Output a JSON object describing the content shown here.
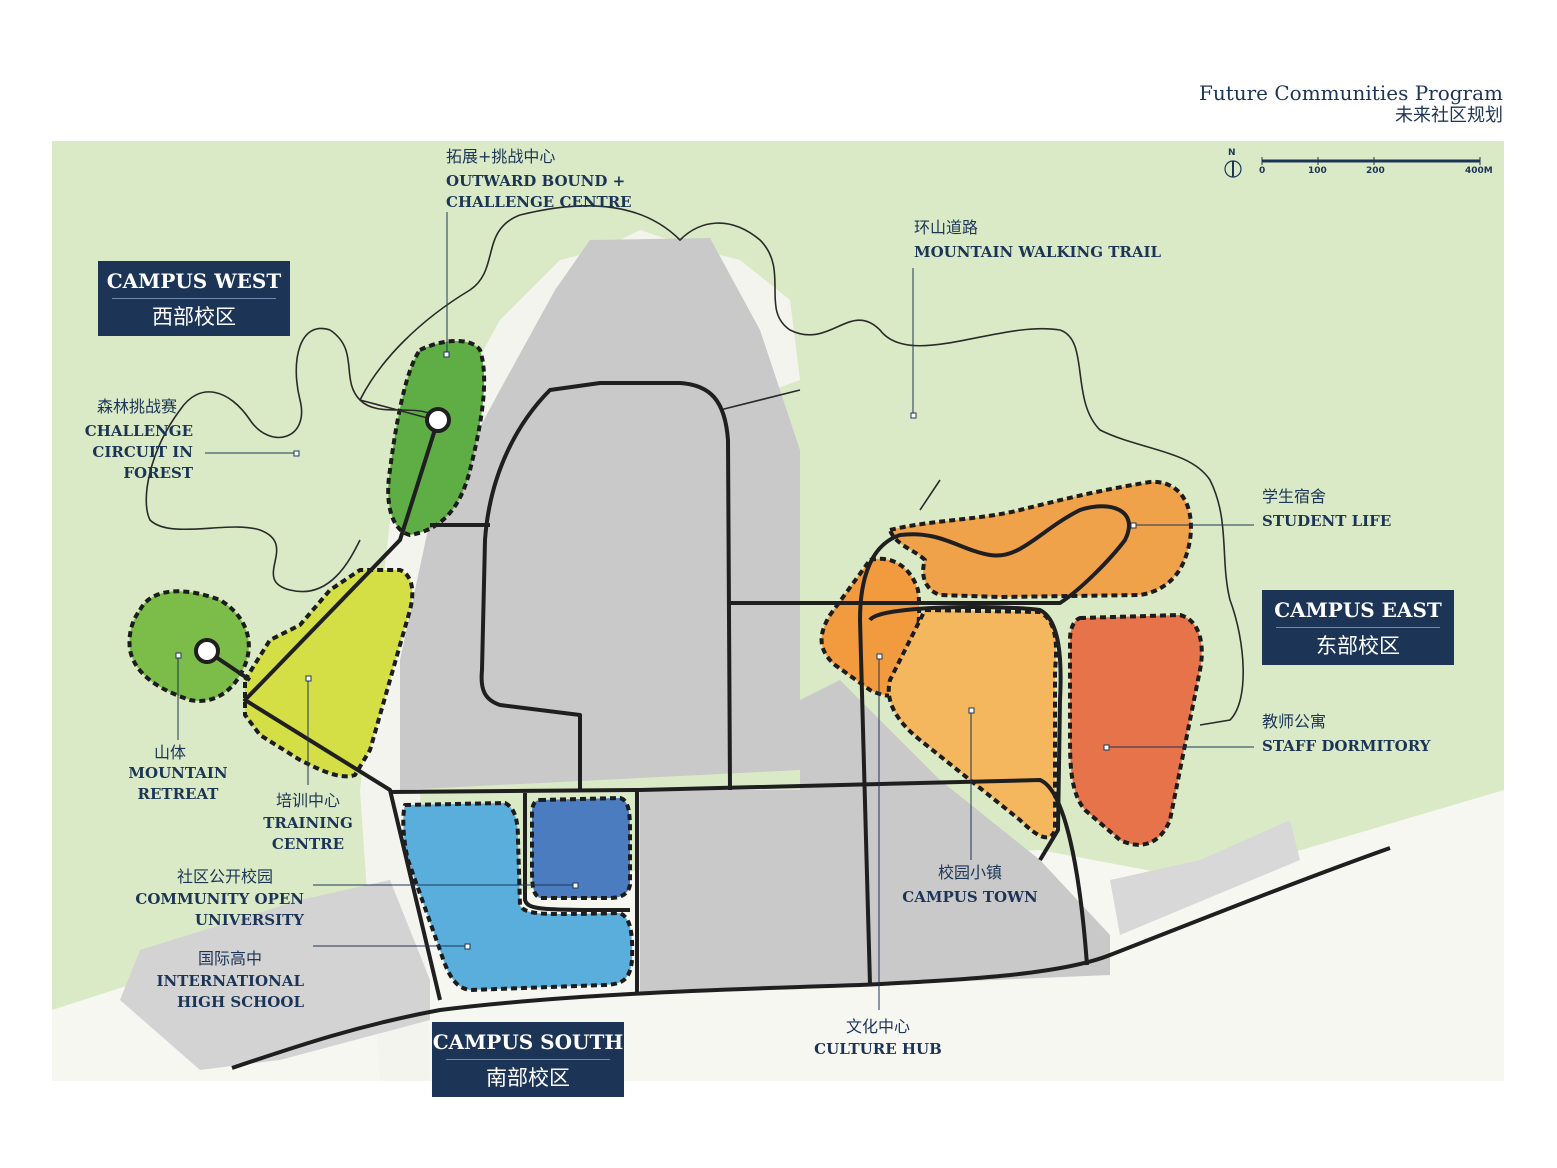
{
  "header": {
    "title_en": "Future Communities Program",
    "title_zh": "未来社区规划"
  },
  "scale_bar": {
    "north": "N",
    "ticks": [
      "0",
      "100",
      "200",
      "400M"
    ]
  },
  "campuses": {
    "west": {
      "en": "CAMPUS WEST",
      "zh": "西部校区"
    },
    "east": {
      "en": "CAMPUS EAST",
      "zh": "东部校区"
    },
    "south": {
      "en": "CAMPUS SOUTH",
      "zh": "南部校区"
    }
  },
  "labels": {
    "outward": {
      "zh": "拓展+挑战中心",
      "en": "OUTWARD BOUND +\nCHALLENGE CENTRE"
    },
    "trail": {
      "zh": "环山道路",
      "en": "MOUNTAIN WALKING TRAIL"
    },
    "forest": {
      "zh": "森林挑战赛",
      "en": "CHALLENGE\nCIRCUIT IN\nFOREST"
    },
    "retreat": {
      "zh": "山体",
      "en": "MOUNTAIN\nRETREAT"
    },
    "training": {
      "zh": "培训中心",
      "en": "TRAINING\nCENTRE"
    },
    "university": {
      "zh": "社区公开校园",
      "en": "COMMUNITY OPEN\nUNIVERSITY"
    },
    "highschool": {
      "zh": "国际高中",
      "en": "INTERNATIONAL\nHIGH SCHOOL"
    },
    "student": {
      "zh": "学生宿舍",
      "en": "STUDENT LIFE"
    },
    "staff": {
      "zh": "教师公寓",
      "en": "STAFF DORMITORY"
    },
    "town": {
      "zh": "校园小镇",
      "en": "CAMPUS TOWN"
    },
    "culture": {
      "zh": "文化中心",
      "en": "CULTURE HUB"
    }
  },
  "colors": {
    "land": "#dbeac6",
    "built": "#c9c9c9",
    "outward": "#5fae45",
    "retreat": "#7cbc48",
    "training": "#d4de45",
    "student": "#efa24a",
    "culture_zone": "#f19a3e",
    "town": "#f5b75e",
    "staff": "#e6734a",
    "university": "#5aaedc",
    "highschool_zone": "#4a7cbf",
    "navy": "#1c3557"
  }
}
